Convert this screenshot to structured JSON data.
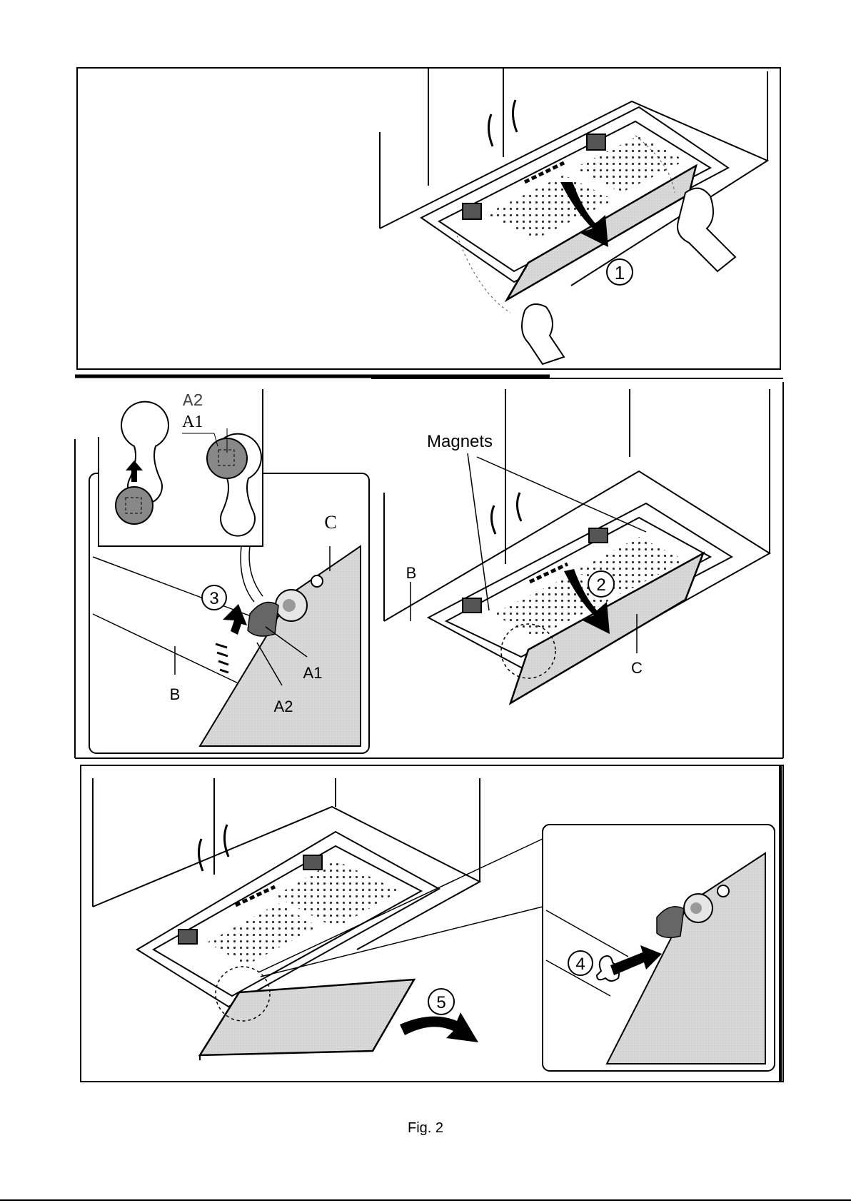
{
  "figure": {
    "caption": "Fig. 2",
    "panel1": {
      "step": "1"
    },
    "panel2": {
      "labels": {
        "a2_top": "A2",
        "a1_top": "A1",
        "c": "C",
        "step": "3",
        "b": "B",
        "a1": "A1",
        "a2": "A2"
      }
    },
    "panel3": {
      "labels": {
        "magnets": "Magnets",
        "b": "B",
        "step": "2",
        "c": "C"
      }
    },
    "panel4": {
      "labels": {
        "step4": "4",
        "step5": "5"
      }
    }
  }
}
